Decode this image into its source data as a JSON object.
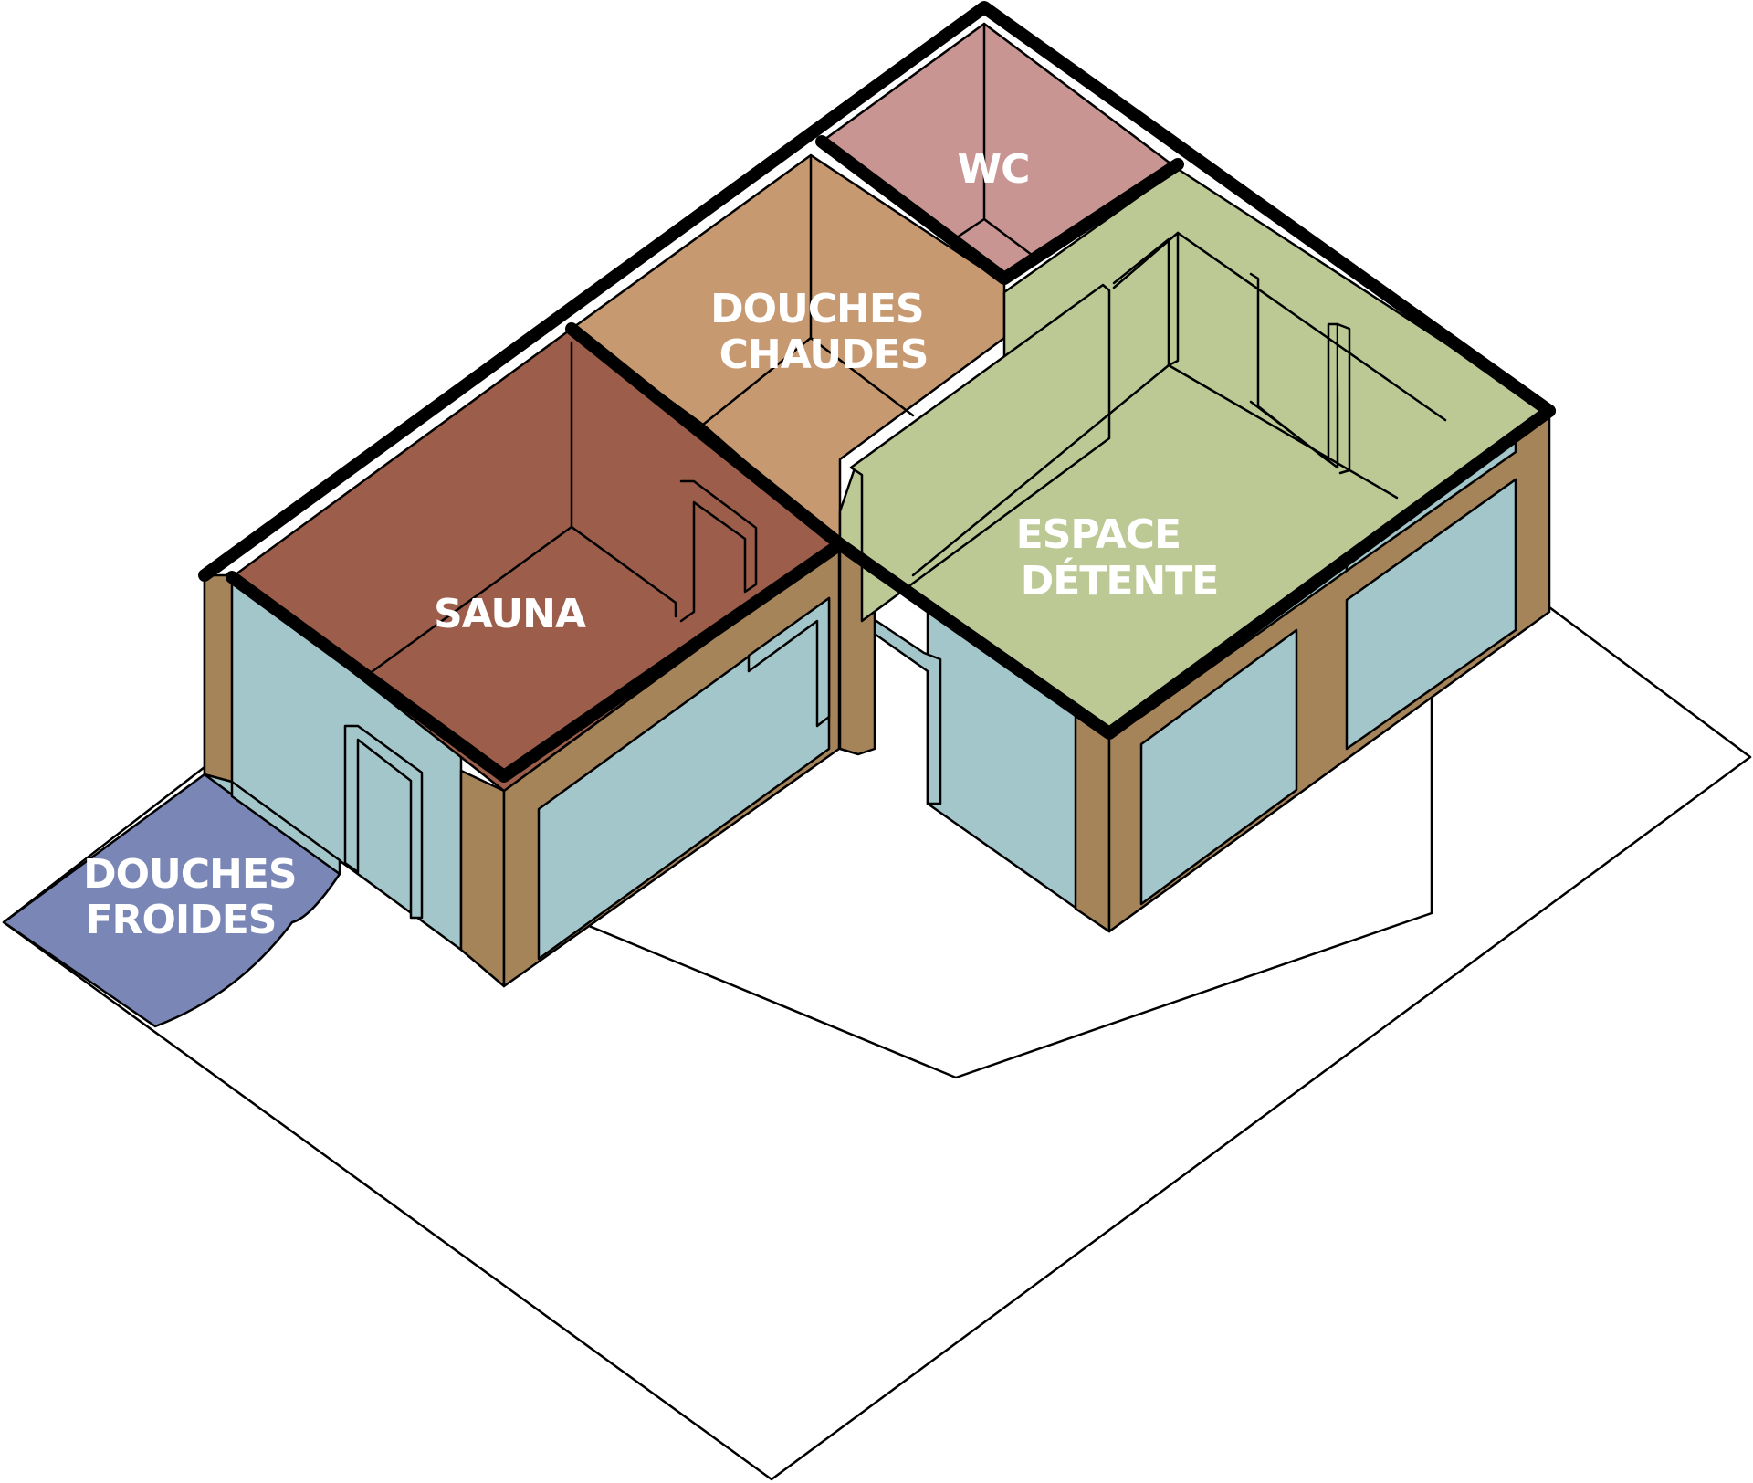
{
  "rooms": {
    "wc": {
      "line1": "WC",
      "color": "#c89592"
    },
    "douches_chaudes": {
      "line1": "DOUCHES",
      "line2": "CHAUDES",
      "color": "#c79971"
    },
    "sauna": {
      "line1": "SAUNA",
      "color": "#9c5e4a"
    },
    "espace_detente": {
      "line1": "ESPACE",
      "line2": "DÉTENTE",
      "color": "#bcc995"
    },
    "douches_froides": {
      "line1": "DOUCHES",
      "line2": "FROIDES",
      "color": "#7a87b6"
    }
  },
  "colors": {
    "glass": "#a3c6ca",
    "wood": "#a6845a",
    "outline": "#000000",
    "ground": "#ffffff"
  }
}
